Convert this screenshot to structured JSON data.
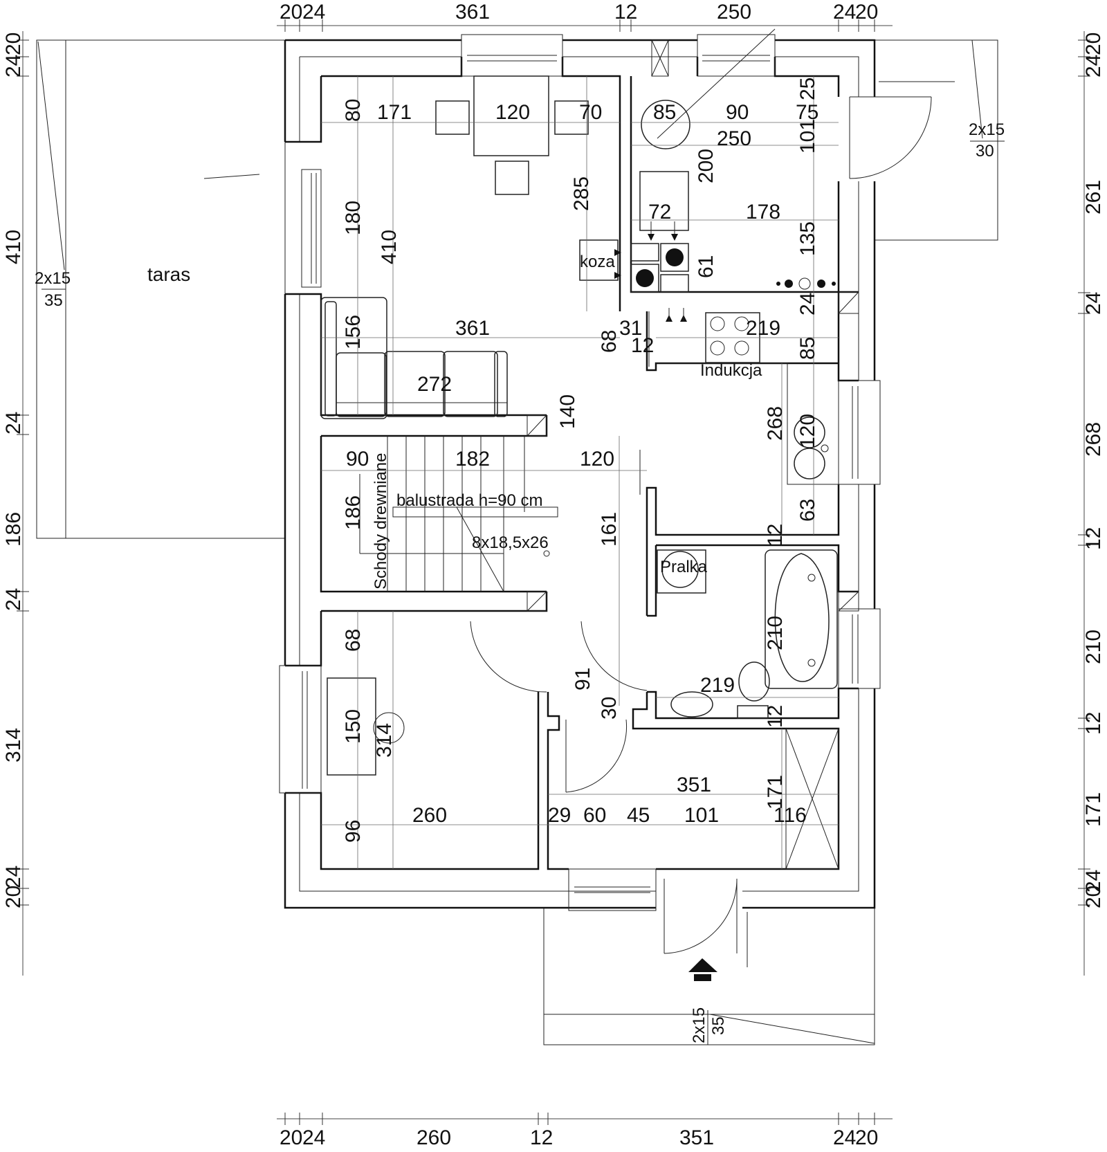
{
  "dims": {
    "top": [
      "20",
      "24",
      "361",
      "12",
      "250",
      "24",
      "20"
    ],
    "bottom": [
      "20",
      "24",
      "260",
      "12",
      "351",
      "24",
      "20"
    ],
    "left": [
      "20",
      "24",
      "410",
      "24",
      "186",
      "24",
      "314",
      "24",
      "20"
    ],
    "right": [
      "20",
      "24",
      "261",
      "24",
      "268",
      "12",
      "210",
      "12",
      "171",
      "24",
      "20"
    ],
    "inner": {
      "d80": "80",
      "d171": "171",
      "d120a": "120",
      "d70": "70",
      "d85a": "85",
      "d90a": "90",
      "d75": "75",
      "d25": "25",
      "d250": "250",
      "d101a": "101",
      "d200": "200",
      "d72": "72",
      "d178": "178",
      "d135": "135",
      "d61": "61",
      "d24": "24",
      "d285": "285",
      "d180": "180",
      "d410": "410",
      "d361": "361",
      "d68a": "68",
      "d31": "31",
      "d12a": "12",
      "d219a": "219",
      "d85b": "85",
      "d156": "156",
      "d272": "272",
      "d140": "140",
      "d268": "268",
      "d120b": "120",
      "d63": "63",
      "d90b": "90",
      "d182": "182",
      "d120c": "120",
      "d186": "186",
      "d161": "161",
      "d12b": "12",
      "d210": "210",
      "d219b": "219",
      "d12c": "12",
      "d68b": "68",
      "d91": "91",
      "d30": "30",
      "d150": "150",
      "d314": "314",
      "d351": "351",
      "d171b": "171",
      "d260": "260",
      "d96": "96",
      "d29": "29",
      "d60": "60",
      "d45": "45",
      "d101b": "101",
      "d116": "116"
    }
  },
  "labels": {
    "taras": "taras",
    "koza": "koza",
    "indukcja": "Indukcja",
    "schody": "Schody drewniane",
    "balustrada": "balustrada h=90 cm",
    "stairs_spec": "8x18,5x26",
    "pralka": "Pralka",
    "steps_left": "2x15",
    "steps_left_depth": "35",
    "steps_right": "2x15",
    "steps_right_depth": "30",
    "steps_bottom": "2x15",
    "steps_bottom_depth": "35"
  }
}
